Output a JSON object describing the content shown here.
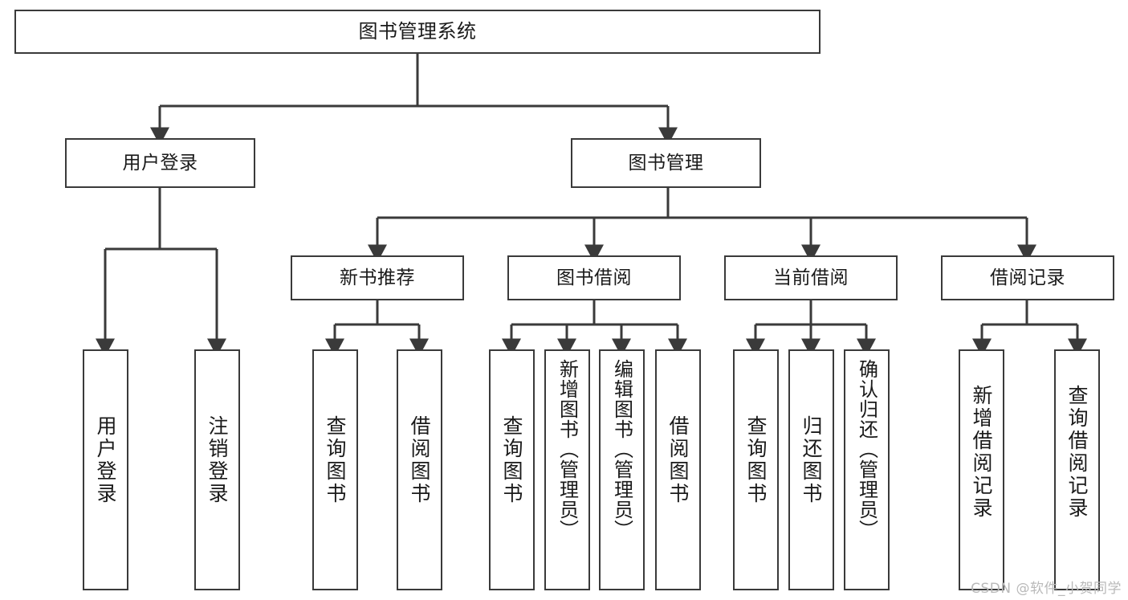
{
  "diagram": {
    "title": "图书管理系统",
    "type": "tree",
    "watermark": "CSDN @软件_小贺同学",
    "colors": {
      "background": "#ffffff",
      "box_fill": "#ffffff",
      "box_border": "#3a3a3a",
      "connector": "#3a3a3a",
      "text": "#1a1a1a",
      "watermark": "#b9b9b9"
    },
    "nodes": {
      "root": {
        "id": "root",
        "label": "图书管理系统",
        "level": 0
      },
      "level1": [
        {
          "id": "user-login",
          "label": "用户登录",
          "level": 1
        },
        {
          "id": "book-management",
          "label": "图书管理",
          "level": 1
        }
      ],
      "level2": [
        {
          "id": "new-book-recommend",
          "label": "新书推荐",
          "level": 2,
          "parent": "book-management"
        },
        {
          "id": "book-borrow",
          "label": "图书借阅",
          "level": 2,
          "parent": "book-management"
        },
        {
          "id": "current-borrow",
          "label": "当前借阅",
          "level": 2,
          "parent": "book-management"
        },
        {
          "id": "borrow-record",
          "label": "借阅记录",
          "level": 2,
          "parent": "book-management"
        }
      ],
      "leaves": [
        {
          "id": "leaf-user-login",
          "label": "用户登录",
          "parent": "user-login"
        },
        {
          "id": "leaf-logout-login",
          "label": "注销登录",
          "parent": "user-login"
        },
        {
          "id": "leaf-query-book-1",
          "label": "查询图书",
          "parent": "new-book-recommend"
        },
        {
          "id": "leaf-borrow-book-1",
          "label": "借阅图书",
          "parent": "new-book-recommend"
        },
        {
          "id": "leaf-query-book-2",
          "label": "查询图书",
          "parent": "book-borrow"
        },
        {
          "id": "leaf-add-book",
          "label": "新增图书（管理员）",
          "parent": "book-borrow"
        },
        {
          "id": "leaf-edit-book",
          "label": "编辑图书（管理员）",
          "parent": "book-borrow"
        },
        {
          "id": "leaf-borrow-book-2",
          "label": "借阅图书",
          "parent": "book-borrow"
        },
        {
          "id": "leaf-query-book-3",
          "label": "查询图书",
          "parent": "current-borrow"
        },
        {
          "id": "leaf-return-book",
          "label": "归还图书",
          "parent": "current-borrow"
        },
        {
          "id": "leaf-confirm-return",
          "label": "确认归还（管理员）",
          "parent": "current-borrow"
        },
        {
          "id": "leaf-add-record",
          "label": "新增借阅记录",
          "parent": "borrow-record"
        },
        {
          "id": "leaf-query-record",
          "label": "查询借阅记录",
          "parent": "borrow-record"
        }
      ]
    }
  }
}
